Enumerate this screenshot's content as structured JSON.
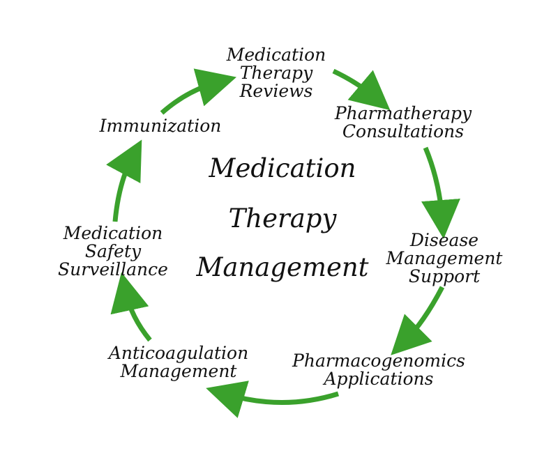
{
  "center": {
    "line1": "Medication",
    "line2": "Therapy",
    "line3": "Management"
  },
  "nodes": {
    "reviews": [
      "Medication",
      "Therapy",
      "Reviews"
    ],
    "consultations": [
      "Pharmatherapy",
      "Consultations"
    ],
    "disease": [
      "Disease",
      "Management",
      "Support"
    ],
    "pharmacogenomics": [
      "Pharmacogenomics",
      "Applications"
    ],
    "anticoagulation": [
      "Anticoagulation",
      "Management"
    ],
    "safety": [
      "Medication",
      "Safety",
      "Surveillance"
    ],
    "immunization": [
      "Immunization"
    ]
  },
  "colors": {
    "arrow": "#3aa12c",
    "text": "#111111"
  }
}
